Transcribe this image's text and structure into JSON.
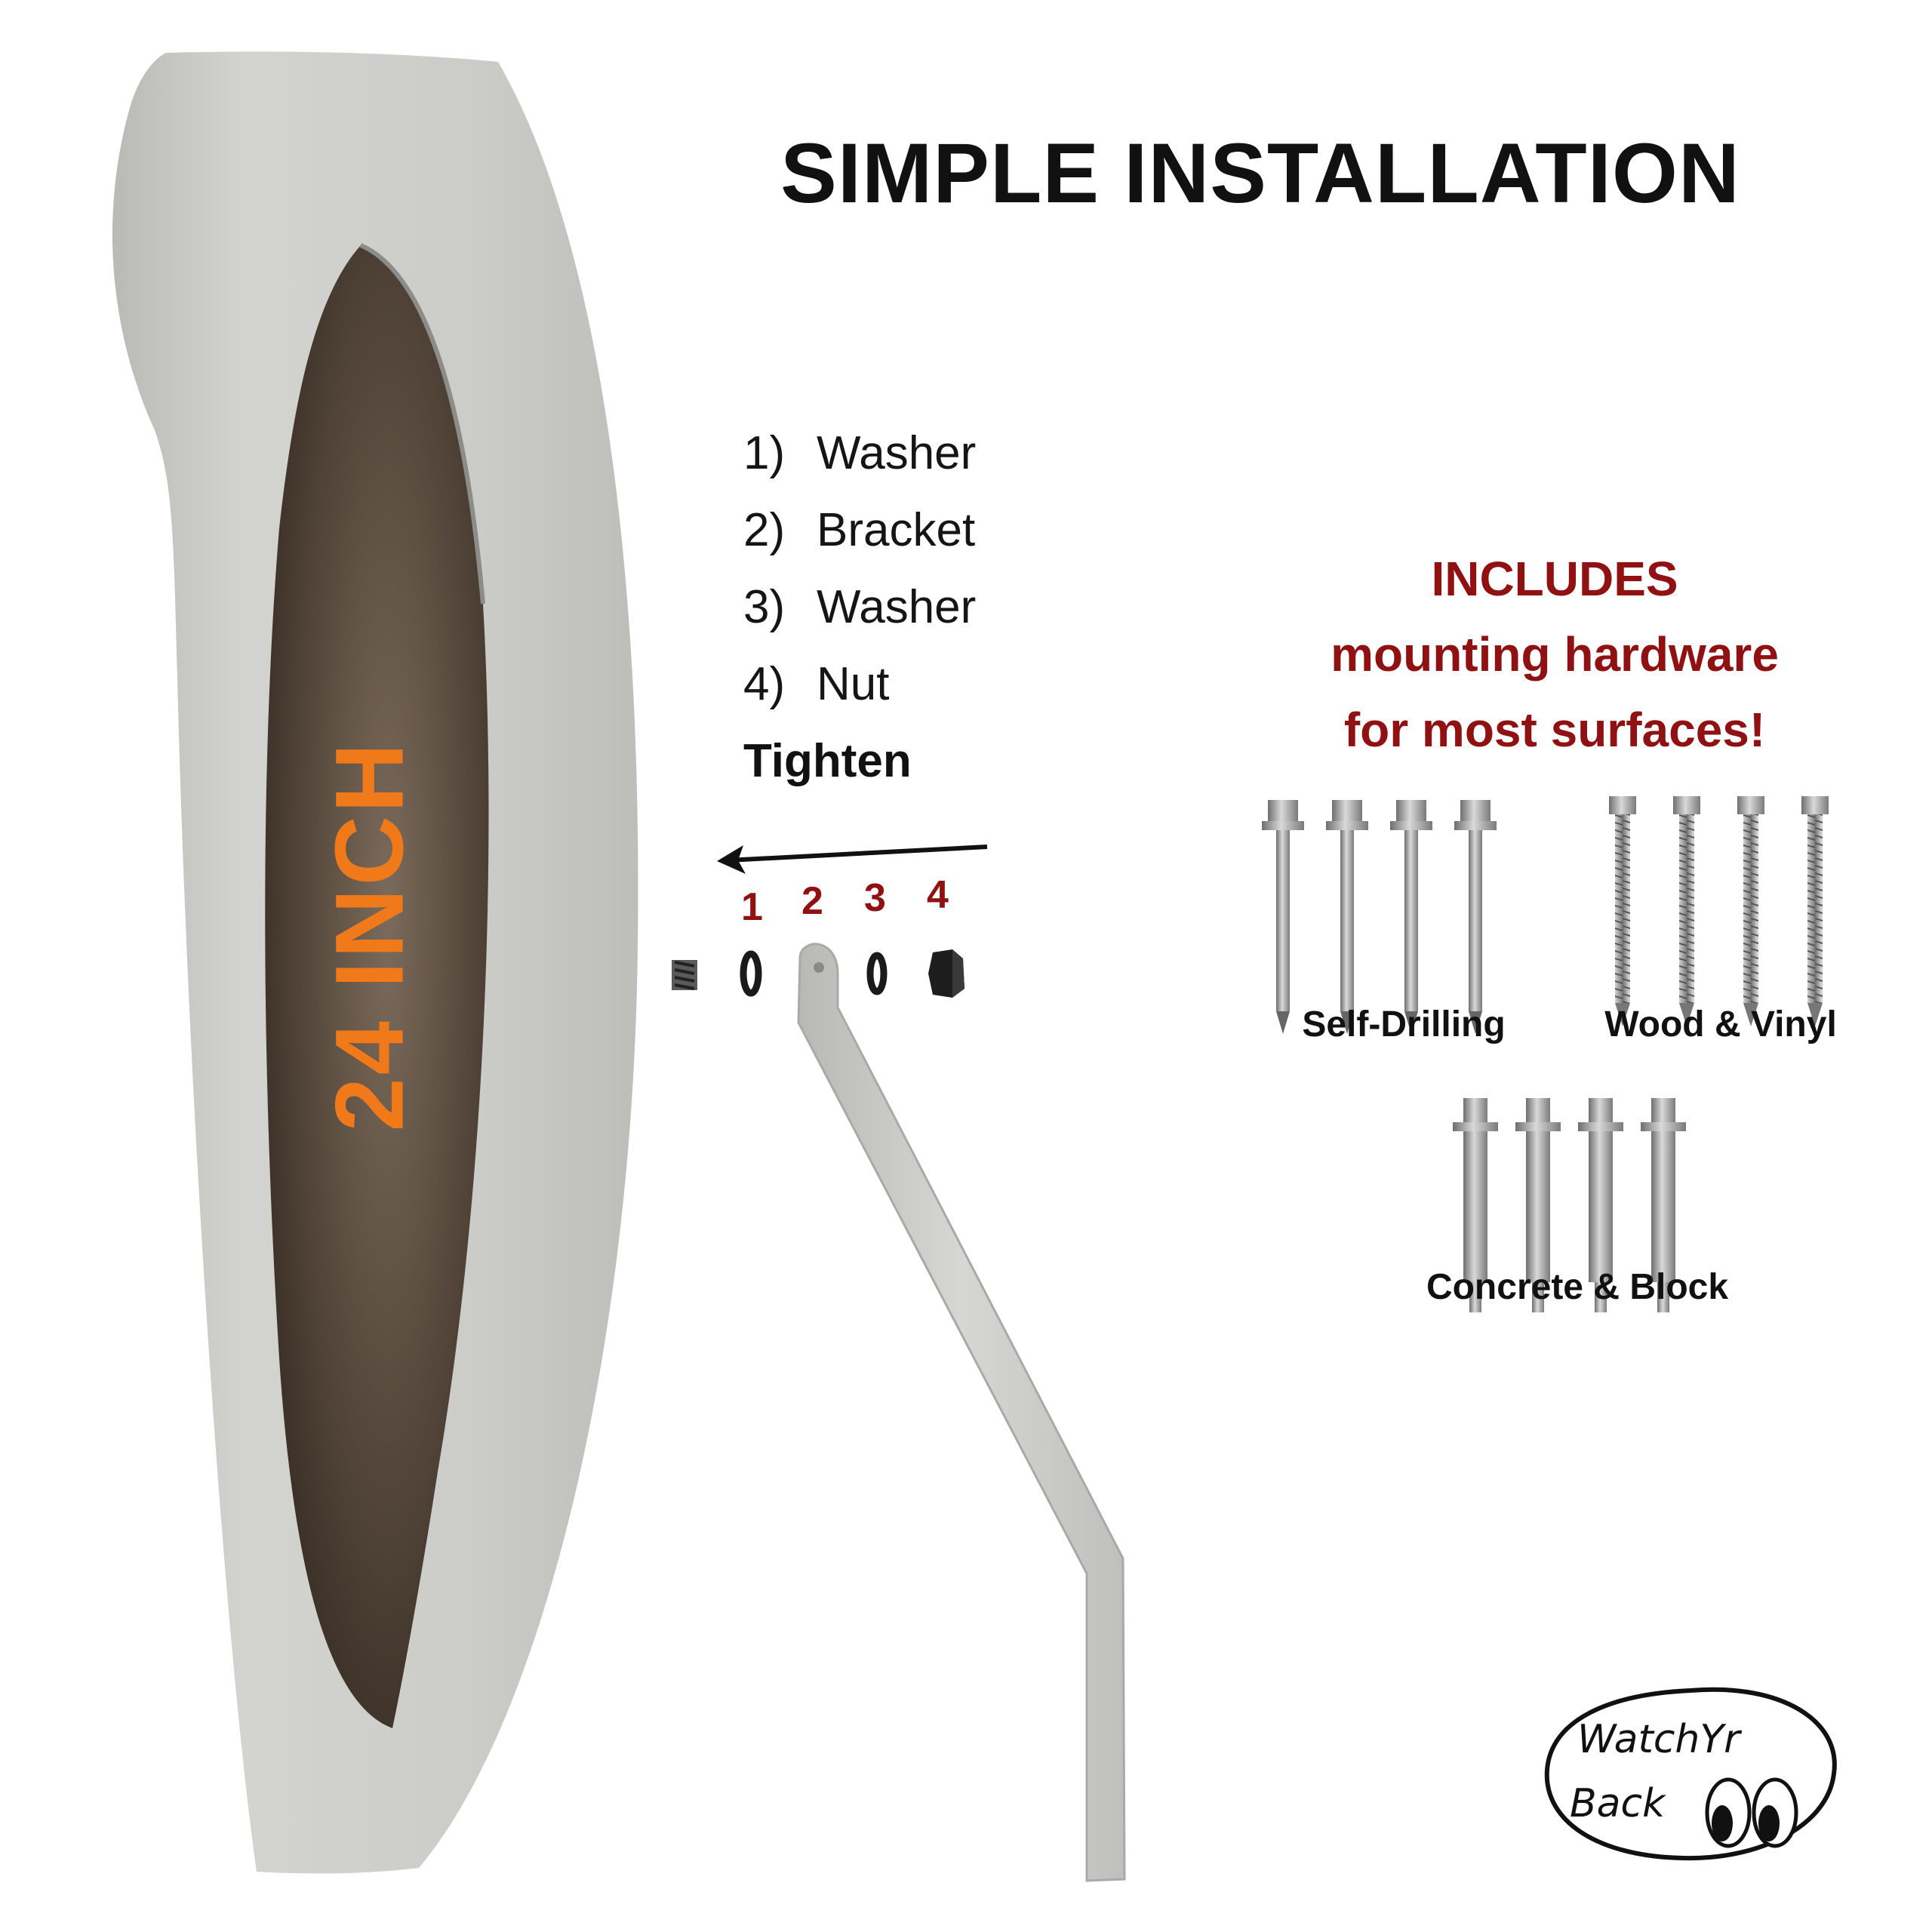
{
  "title": "SIMPLE INSTALLATION",
  "size_label": "24 INCH",
  "steps": [
    {
      "number": "1)",
      "label": "Washer"
    },
    {
      "number": "2)",
      "label": "Bracket"
    },
    {
      "number": "3)",
      "label": "Washer"
    },
    {
      "number": "4)",
      "label": "Nut"
    }
  ],
  "final_step": "Tighten",
  "parts": [
    "1",
    "2",
    "3",
    "4"
  ],
  "includes": {
    "heading": "INCLUDES",
    "line2": "mounting hardware",
    "line3": "for most surfaces!"
  },
  "hardware": [
    {
      "label": "Self-Drilling",
      "kind": "self-drilling-screw"
    },
    {
      "label": "Wood & Vinyl",
      "kind": "wood-screw"
    },
    {
      "label": "Concrete & Block",
      "kind": "concrete-anchor"
    }
  ],
  "logo": {
    "line1": "WatchYr",
    "line2": "Back"
  },
  "colors": {
    "accent_orange": "#f07a1a",
    "accent_red": "#8f1111",
    "mirror_rim": "#c9c9c6",
    "mirror_face": "#5a4b3e"
  }
}
